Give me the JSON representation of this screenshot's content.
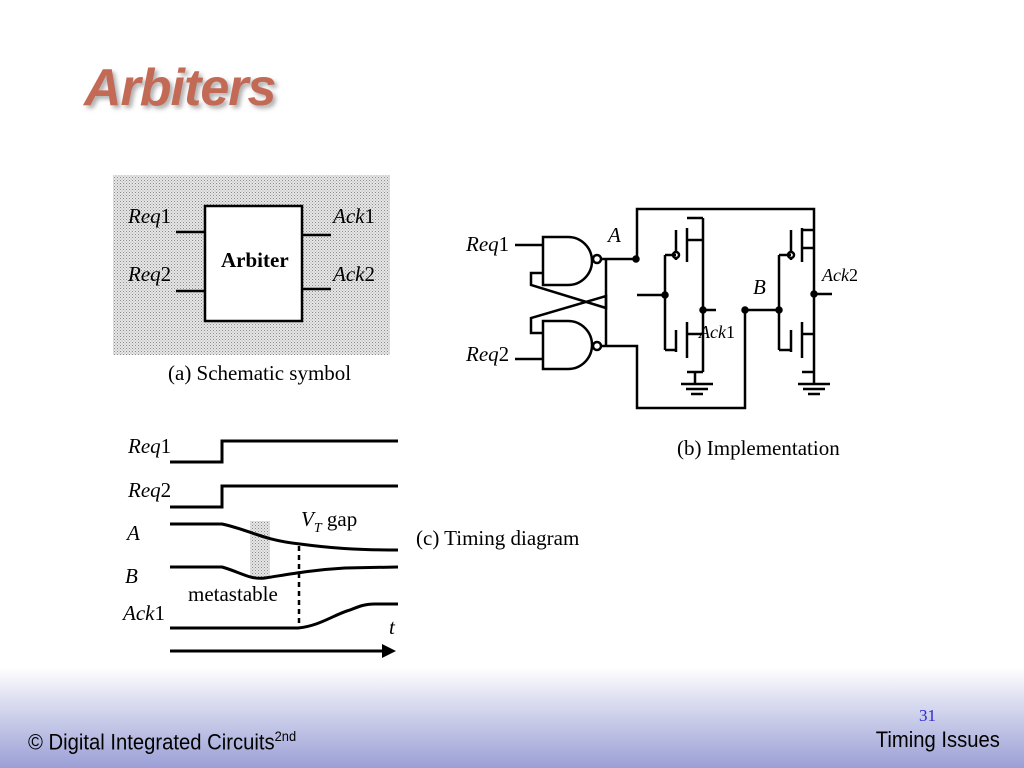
{
  "slide": {
    "title": "Arbiters",
    "page_number": "31"
  },
  "footer": {
    "left_text": "© Digital Integrated Circuits",
    "left_superscript": "2nd",
    "right_text": "Timing Issues"
  },
  "schematic": {
    "req1_base": "Req",
    "req1_num": "1",
    "req2_base": "Req",
    "req2_num": "2",
    "ack1_base": "Ack",
    "ack1_num": "1",
    "ack2_base": "Ack",
    "ack2_num": "2",
    "box_label": "Arbiter",
    "caption": "(a) Schematic symbol"
  },
  "implementation": {
    "req1_base": "Req",
    "req1_num": "1",
    "req2_base": "Req",
    "req2_num": "2",
    "node_a": "A",
    "node_b": "B",
    "ack1_base": "Ack",
    "ack1_num": "1",
    "ack2_base": "Ack",
    "ack2_num": "2",
    "caption": "(b) Implementation"
  },
  "timing": {
    "req1_base": "Req",
    "req1_num": "1",
    "req2_base": "Req",
    "req2_num": "2",
    "sig_a": "A",
    "sig_b": "B",
    "ack1_base": "Ack",
    "ack1_num": "1",
    "vt_v": "V",
    "vt_sub": "T",
    "vt_gap": " gap",
    "metastable": "metastable",
    "time_label": "t",
    "caption": "(c) Timing diagram"
  }
}
